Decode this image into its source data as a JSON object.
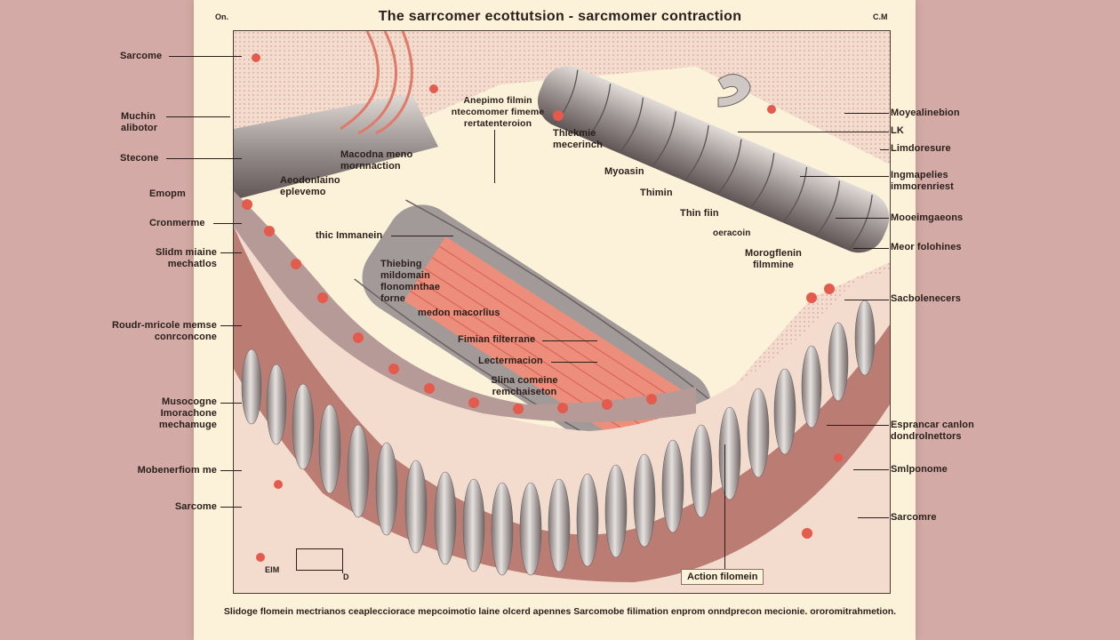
{
  "title": "The sarrcomer ecottutsion - sarcmomer contraction",
  "corner_left": "On.",
  "corner_right": "C.M",
  "caption": "Slidoge flomein mectrianos ceaplecciorace mepcoimotio laine olcerd apennes Sarcomobe filimation enprom onndprecon mecionie. ororomitrahmetion.",
  "left_labels": [
    "Sarcome",
    "Muchin alibotor",
    "Stecone",
    "Emopm",
    "Cronmerme",
    "Slidm miaine mechatlos",
    "Roudr-mricole memse conrconcone",
    "Musocogne Imorachone mechamuge",
    "Mobenerfiom me",
    "Sarcome"
  ],
  "right_labels": [
    "Moyealinebion",
    "LK",
    "Limdoresure",
    "Ingmapelies immorenriest",
    "Mooeimgaeons",
    "Meor folohines",
    "Sacbolenecers",
    "Esprancar canlon dondrolnettors",
    "Smlponome",
    "Sarcomre"
  ],
  "center_labels": {
    "anepimo": "Anepimo filmin ntecomomer fimeme rertatenteroion",
    "thiekmie": "Thiekmie mecerinch",
    "macodna": "Macodna meno mornnaction",
    "aeodonlaino": "Aeodonlaino eplevemo",
    "myoasin": "Myoasin",
    "thimin": "Thimin",
    "thin_fiin": "Thin fiin",
    "oeracoin": "oeracoin",
    "morogflenin": "Morogflenin filmmine",
    "thic_immanein": "thic Immanein",
    "thiebing": "Thiebing mildomain flonomnthae forne",
    "medon": "medon macorlius",
    "fimian": "Fimian filterrane",
    "lectermacion": "Lectermacion",
    "slina": "Slina comeine remchaiseton",
    "action": "Action filomein",
    "scale_label": "EIM",
    "scale_d": "D"
  },
  "colors": {
    "background": "#d3aaa5",
    "paper": "#fbf2d9",
    "filament_gray": "#9d9695",
    "muscle_red": "#e8806e"
  }
}
